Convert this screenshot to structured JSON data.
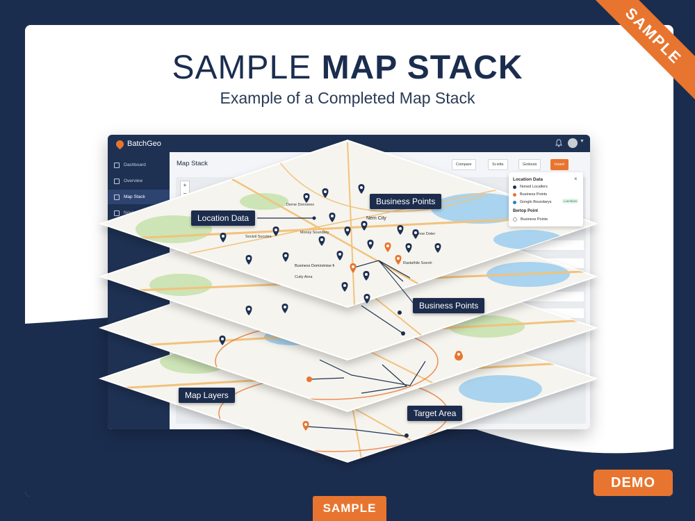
{
  "poster": {
    "title_light": "SAMPLE",
    "title_bold": "MAP STACK",
    "subtitle": "Example of a Completed Map Stack",
    "ribbon_label": "SAMPLE",
    "demo_badge": "DEMO",
    "bottom_badge": "SAMPLE"
  },
  "colors": {
    "navy": "#1b2d4f",
    "orange": "#e8752f",
    "marker_navy": "#1e3153",
    "road": "#f1c27d",
    "water": "#a9d3ee",
    "park": "#cde4b6"
  },
  "app": {
    "brand": "BatchGeo",
    "page_title": "Map Stack",
    "sidebar": [
      {
        "label": "Dashboard",
        "icon": "home-icon"
      },
      {
        "label": "Overview",
        "icon": "grid-icon"
      },
      {
        "label": "Map Stack",
        "icon": "layers-icon",
        "active": true
      },
      {
        "label": "Novie Locr...",
        "icon": "map-icon"
      }
    ],
    "toolbar": {
      "compare": "Compare",
      "filter1": "Si-ixtts",
      "filter2": "Gotiouts",
      "export": "Inoert"
    },
    "zoom_in": "+",
    "zoom_out": "−",
    "panel": {
      "title": "Location Data",
      "close": "×",
      "rows": [
        "Noned Locallers",
        "Business Points",
        "Gonglo Boundarys"
      ],
      "badge": "Loectlues",
      "section": "Bertop Point",
      "section_row": "Business Points"
    }
  },
  "map_labels": [
    "Derne Donrsees",
    "Nem City",
    "Monsy Soundary",
    "Soctzil Sucutes",
    "Business Domirstnise fi",
    "Cuity Area",
    "Fosnoe Doter",
    "Rastalhile Soeoh"
  ],
  "callouts": {
    "location_data": "Location Data",
    "business_points_top": "Business Points",
    "business_points_mid": "Business Points",
    "map_layers": "Map Layers",
    "target_area": "Target Area"
  }
}
